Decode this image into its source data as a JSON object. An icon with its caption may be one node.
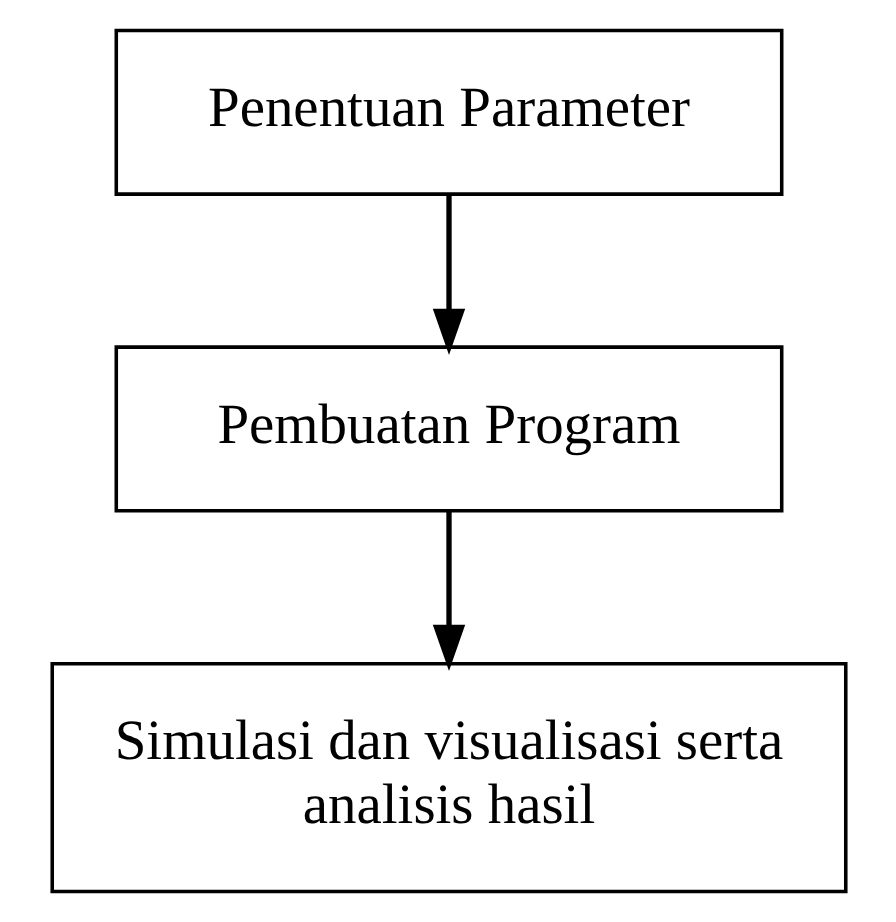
{
  "diagram": {
    "nodes": [
      {
        "text": [
          "Penentuan Parameter"
        ]
      },
      {
        "text": [
          "Pembuatan Program"
        ]
      },
      {
        "text": [
          "Simulasi dan visualisasi serta analisis hasil"
        ]
      }
    ],
    "edges": [
      {
        "from": 0,
        "to": 1,
        "arrow": "to"
      },
      {
        "from": 1,
        "to": 2,
        "arrow": "to"
      }
    ]
  }
}
